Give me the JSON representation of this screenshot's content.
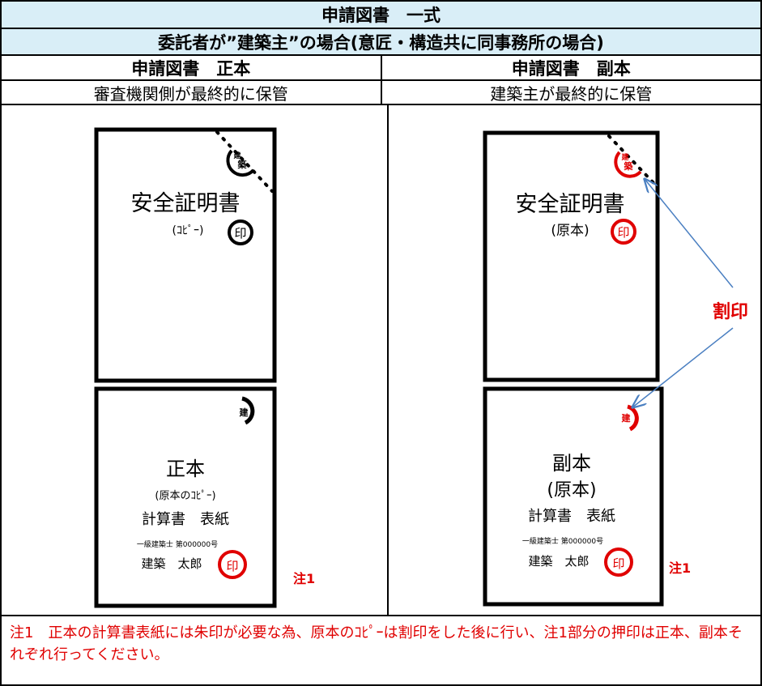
{
  "header": {
    "title": "申請図書　一式",
    "subtitle": "委託者が”建築主”の場合(意匠・構造共に同事務所の場合)"
  },
  "columns": [
    {
      "heading": "申請図書　正本",
      "note": "審査機関側が最終的に保管"
    },
    {
      "heading": "申請図書　副本",
      "note": "建築主が最終的に保管"
    }
  ],
  "seisho": {
    "safety_title": "安全証明書",
    "safety_sub": "(ｺﾋﾟｰ)",
    "seal": "印",
    "seal_top": "建",
    "seal_bottom": "築",
    "calc_title": "正本",
    "calc_sub": "(原本のｺﾋﾟｰ)",
    "calc_label": "計算書　表紙",
    "architect_license": "一級建築士 第000000号",
    "architect_name": "建築　太郎",
    "note_mark": "注1",
    "corner_seal": "建"
  },
  "fukuhon": {
    "safety_title": "安全証明書",
    "safety_sub": "(原本)",
    "seal": "印",
    "seal_top": "建",
    "seal_bottom": "築",
    "calc_title": "副本",
    "calc_sub": "(原本)",
    "calc_label": "計算書　表紙",
    "architect_license": "一級建築士 第000000号",
    "architect_name": "建築　太郎",
    "note_mark": "注1",
    "corner_seal": "建"
  },
  "split_seal_label": "割印",
  "footnote": "注1　正本の計算書表紙には朱印が必要な為、原本のｺﾋﾟｰは割印をした後に行い、注1部分の押印は正本、副本それぞれ行ってください。",
  "colors": {
    "header_bg": "#d9eef7",
    "red": "#e00000",
    "arrow": "#4a7fc1"
  }
}
